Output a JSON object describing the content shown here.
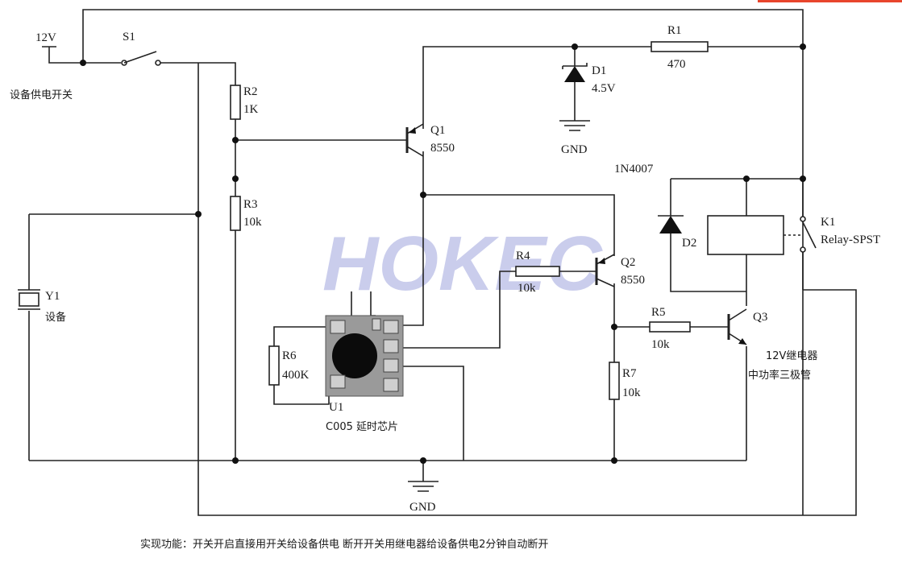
{
  "labels": {
    "v12": "12V",
    "s1": "S1",
    "supply_switch": "设备供电开关",
    "r1": "R1",
    "r1_val": "470",
    "d1": "D1",
    "d1_val": "4.5V",
    "gnd_top": "GND",
    "q1": "Q1",
    "q1_val": "8550",
    "r2": "R2",
    "r2_val": "1K",
    "r3": "R3",
    "r3_val": "10k",
    "y1": "Y1",
    "y1_val": "设备",
    "diode_1n4007": "1N4007",
    "d2": "D2",
    "k1": "K1",
    "k1_val": "Relay-SPST",
    "r4": "R4",
    "r4_val": "10k",
    "q2": "Q2",
    "q2_val": "8550",
    "r5": "R5",
    "r5_val": "10k",
    "q3": "Q3",
    "q3_note1": "12V继电器",
    "q3_note2": "中功率三极管",
    "r6": "R6",
    "r6_val": "400K",
    "u1": "U1",
    "u1_val": "C005 延时芯片",
    "r7": "R7",
    "r7_val": "10k",
    "gnd_bottom": "GND",
    "watermark": "HOKEC",
    "caption": "实现功能：开关开启直接用开关给设备供电 断开开关用继电器给设备供电2分钟自动断开"
  },
  "colors": {
    "wire": "#222222",
    "watermark": "#b9bde6",
    "accent": "#e8452c"
  }
}
